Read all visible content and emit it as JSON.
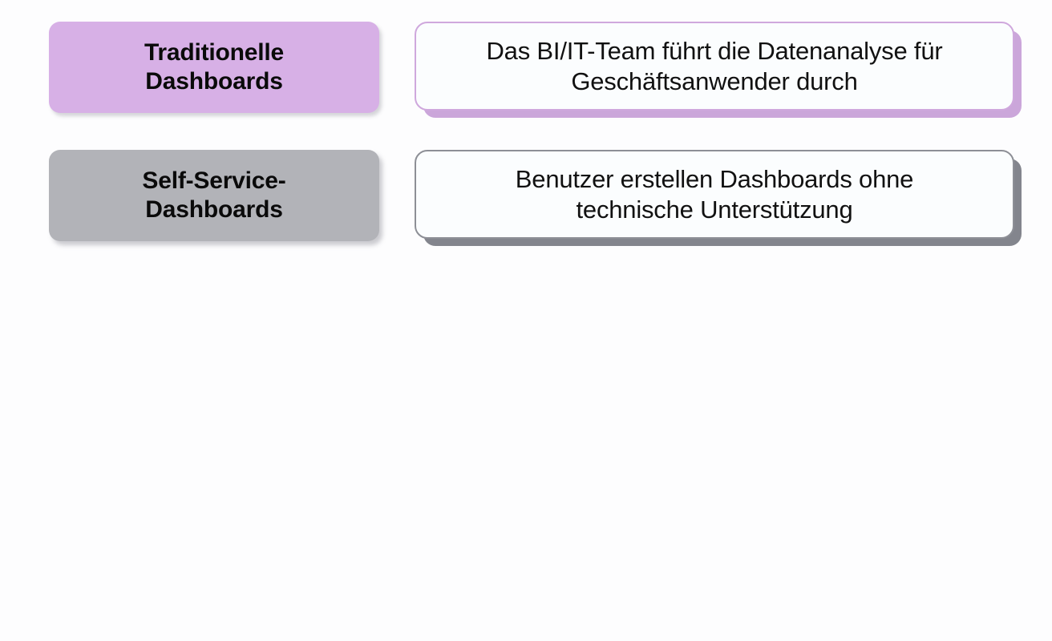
{
  "slide": {
    "background_color": "#fdfdfe",
    "rows": [
      {
        "id": "traditional-dashboards",
        "label": "Traditionelle Dashboards",
        "label_line_1": "Traditionelle",
        "label_line_2": "Dashboards",
        "label_fill": "#d7b0e6",
        "description": "Das BI/IT-Team führt die Datenanalyse für Geschäftsanwender durch",
        "description_line_1": "Das BI/IT-Team führt die Datenanalyse für",
        "description_line_2": "Geschäftsanwender durch",
        "card_fill": "#fbfdfe",
        "card_border": "#cfa8dd",
        "card_shadow": "#cba6da"
      },
      {
        "id": "self-service-dashboards",
        "label": "Self-Service-Dashboards",
        "label_line_1": "Self-Service-",
        "label_line_2": "Dashboards",
        "label_fill": "#b2b3b8",
        "description": "Benutzer erstellen Dashboards ohne technische Unterstützung",
        "description_line_1": "Benutzer erstellen Dashboards ohne",
        "description_line_2": "technische Unterstützung",
        "card_fill": "#fbfdfe",
        "card_border": "#8d8f96",
        "card_shadow": "#83858d"
      }
    ]
  }
}
